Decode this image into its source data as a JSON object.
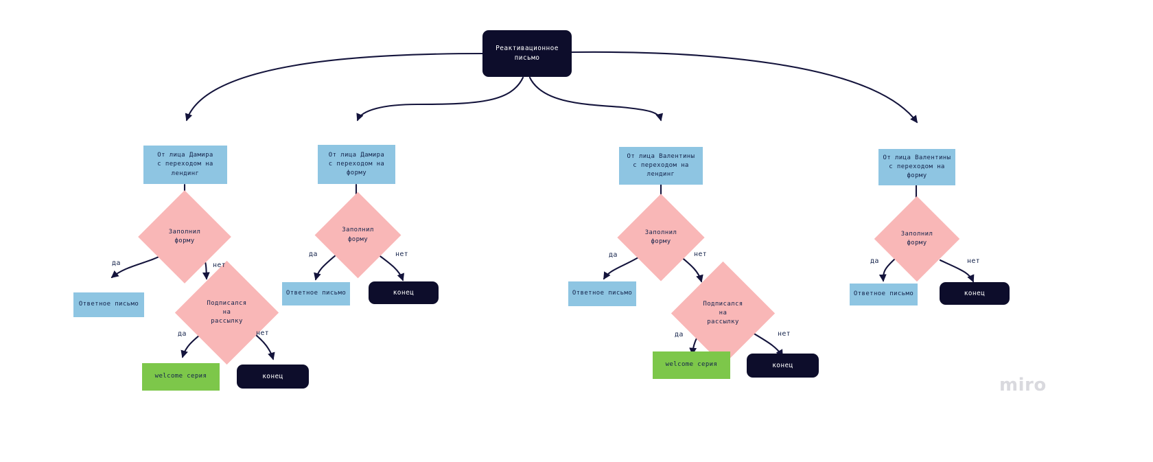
{
  "board": {
    "background_color": "#ffffff",
    "watermark": "miro"
  },
  "palette": {
    "dark": "#0d0d2b",
    "blue": "#8ec5e2",
    "pink": "#f9b7b7",
    "green": "#7dc74a",
    "text_dark": "#13224a",
    "text_light": "#ffffff",
    "edge": "#14143c"
  },
  "nodes": {
    "root": {
      "label": "Реактивационное письмо",
      "type": "rounded-rect",
      "color": "#0d0d2b"
    },
    "branch1_source": {
      "label": "От лица Дамира\nс переходом на лендинг",
      "type": "rect",
      "color": "#8ec5e2"
    },
    "branch2_source": {
      "label": "От лица Дамира\nс переходом на форму",
      "type": "rect",
      "color": "#8ec5e2"
    },
    "branch3_source": {
      "label": "От лица Валентины\nс переходом на лендинг",
      "type": "rect",
      "color": "#8ec5e2"
    },
    "branch4_source": {
      "label": "От лица Валентины\nс переходом на форму",
      "type": "rect",
      "color": "#8ec5e2"
    },
    "b1_decision_form": {
      "label": "Заполнил\nформу",
      "type": "diamond",
      "color": "#f9b7b7"
    },
    "b2_decision_form": {
      "label": "Заполнил\nформу",
      "type": "diamond",
      "color": "#f9b7b7"
    },
    "b3_decision_form": {
      "label": "Заполнил\nформу",
      "type": "diamond",
      "color": "#f9b7b7"
    },
    "b4_decision_form": {
      "label": "Заполнил\nформу",
      "type": "diamond",
      "color": "#f9b7b7"
    },
    "b1_decision_subscribe": {
      "label": "Подписался\nна\nрассылку",
      "type": "diamond",
      "color": "#f9b7b7"
    },
    "b3_decision_subscribe": {
      "label": "Подписался\nна\nрассылку",
      "type": "diamond",
      "color": "#f9b7b7"
    },
    "b1_reply": {
      "label": "Ответное письмо",
      "type": "rect",
      "color": "#8ec5e2"
    },
    "b2_reply": {
      "label": "Ответное письмо",
      "type": "rect",
      "color": "#8ec5e2"
    },
    "b3_reply": {
      "label": "Ответное письмо",
      "type": "rect",
      "color": "#8ec5e2"
    },
    "b4_reply": {
      "label": "Ответное письмо",
      "type": "rect",
      "color": "#8ec5e2"
    },
    "b2_end": {
      "label": "конец",
      "type": "rounded-rect",
      "color": "#0d0d2b"
    },
    "b4_end": {
      "label": "конец",
      "type": "rounded-rect",
      "color": "#0d0d2b"
    },
    "b1_welcome": {
      "label": "welcome серия",
      "type": "rect",
      "color": "#7dc74a"
    },
    "b1_end": {
      "label": "конец",
      "type": "rounded-rect",
      "color": "#0d0d2b"
    },
    "b3_welcome": {
      "label": "welcome серия",
      "type": "rect",
      "color": "#7dc74a"
    },
    "b3_end": {
      "label": "конец",
      "type": "rounded-rect",
      "color": "#0d0d2b"
    }
  },
  "edge_labels": {
    "b1_form_yes": "да",
    "b1_form_no": "нет",
    "b2_form_yes": "да",
    "b2_form_no": "нет",
    "b3_form_yes": "да",
    "b3_form_no": "нет",
    "b4_form_yes": "да",
    "b4_form_no": "нет",
    "b1_sub_yes": "да",
    "b1_sub_no": "нет",
    "b3_sub_yes": "да",
    "b3_sub_no": "нет"
  }
}
